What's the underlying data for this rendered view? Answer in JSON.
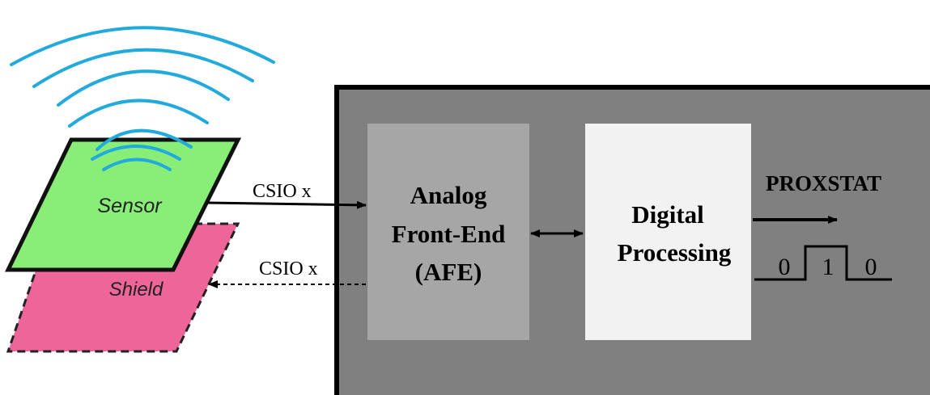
{
  "sensor": {
    "label": "Sensor"
  },
  "shield": {
    "label": "Shield"
  },
  "signals": {
    "csio_top": "CSIO x",
    "csio_bottom": "CSIO x"
  },
  "blocks": {
    "afe": {
      "line1": "Analog",
      "line2": "Front-End",
      "line3": "(AFE)"
    },
    "digital": {
      "line1": "Digital",
      "line2": "Processing"
    }
  },
  "output": {
    "label": "PROXSTAT",
    "wave_values": [
      "0",
      "1",
      "0"
    ]
  },
  "colors": {
    "sensor_fill": "#88ee77",
    "shield_fill": "#ee6699",
    "wave_color": "#22aadd",
    "chip_bg": "#808080",
    "afe_fill": "#a6a6a6",
    "digital_fill": "#f2f2f2"
  }
}
